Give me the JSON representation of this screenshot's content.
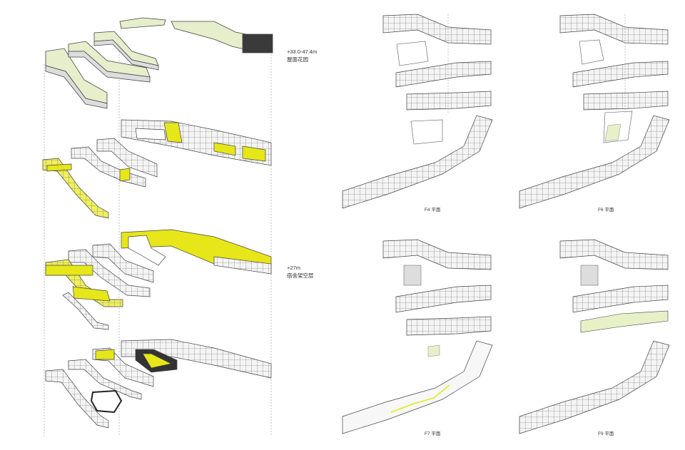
{
  "axonometric": {
    "label_top_elevation": "+33.0-47.4m",
    "label_top_name": "屋面花园",
    "label_mid_elevation": "+27m",
    "label_mid_name": "宿舍架空层"
  },
  "plans": [
    {
      "caption": "F4 平面"
    },
    {
      "caption": "F6 平面"
    },
    {
      "caption": "F7 平面"
    },
    {
      "caption": "F9 平面"
    }
  ],
  "colors": {
    "accent": "#e6e619",
    "roof": "#e8f0c8",
    "line": "#555555",
    "dark": "#333333"
  }
}
